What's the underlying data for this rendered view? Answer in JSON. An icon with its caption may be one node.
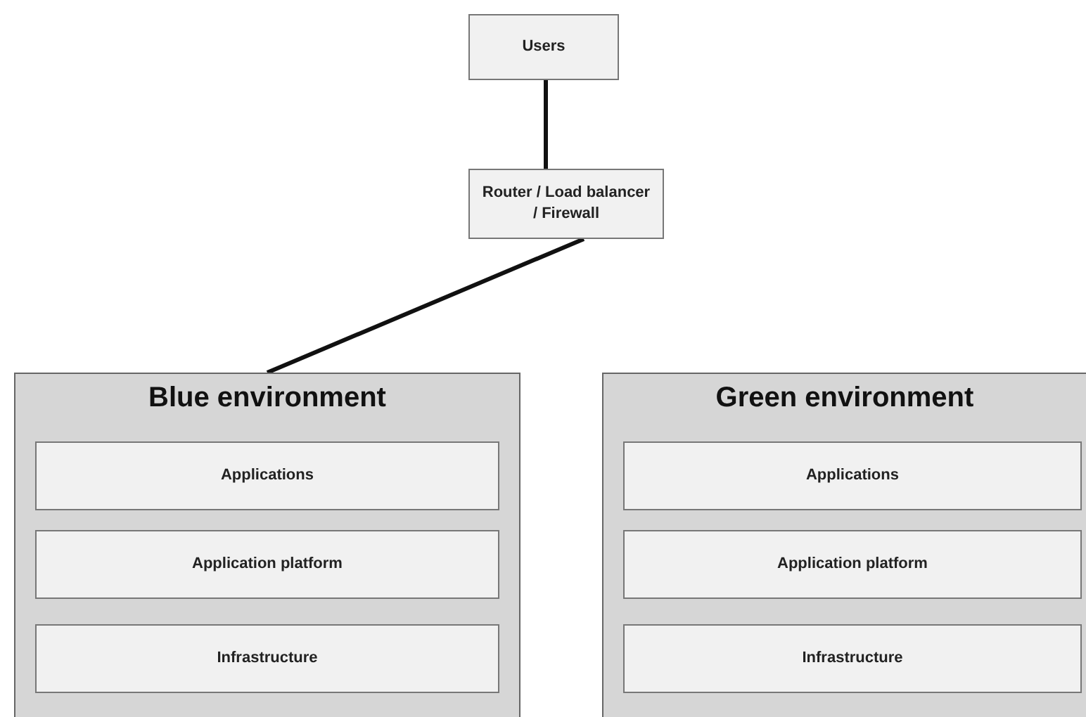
{
  "diagram": {
    "nodes": [
      {
        "text": [
          "Users"
        ]
      },
      {
        "text": [
          "Router / Load balancer / Firewall"
        ]
      },
      {
        "text": [
          "Blue environment"
        ]
      },
      {
        "text": [
          "Applications"
        ],
        "in": 2
      },
      {
        "text": [
          "Application platform"
        ],
        "in": 2
      },
      {
        "text": [
          "Infrastructure"
        ],
        "in": 2
      },
      {
        "text": [
          "Green environment"
        ]
      },
      {
        "text": [
          "Applications"
        ],
        "in": 6
      },
      {
        "text": [
          "Application platform"
        ],
        "in": 6
      },
      {
        "text": [
          "Infrastructure"
        ],
        "in": 6
      }
    ],
    "edges": [
      {
        "from": 0,
        "to": 1,
        "arrow": "none"
      },
      {
        "from": 1,
        "to": 2,
        "arrow": "none"
      }
    ]
  }
}
